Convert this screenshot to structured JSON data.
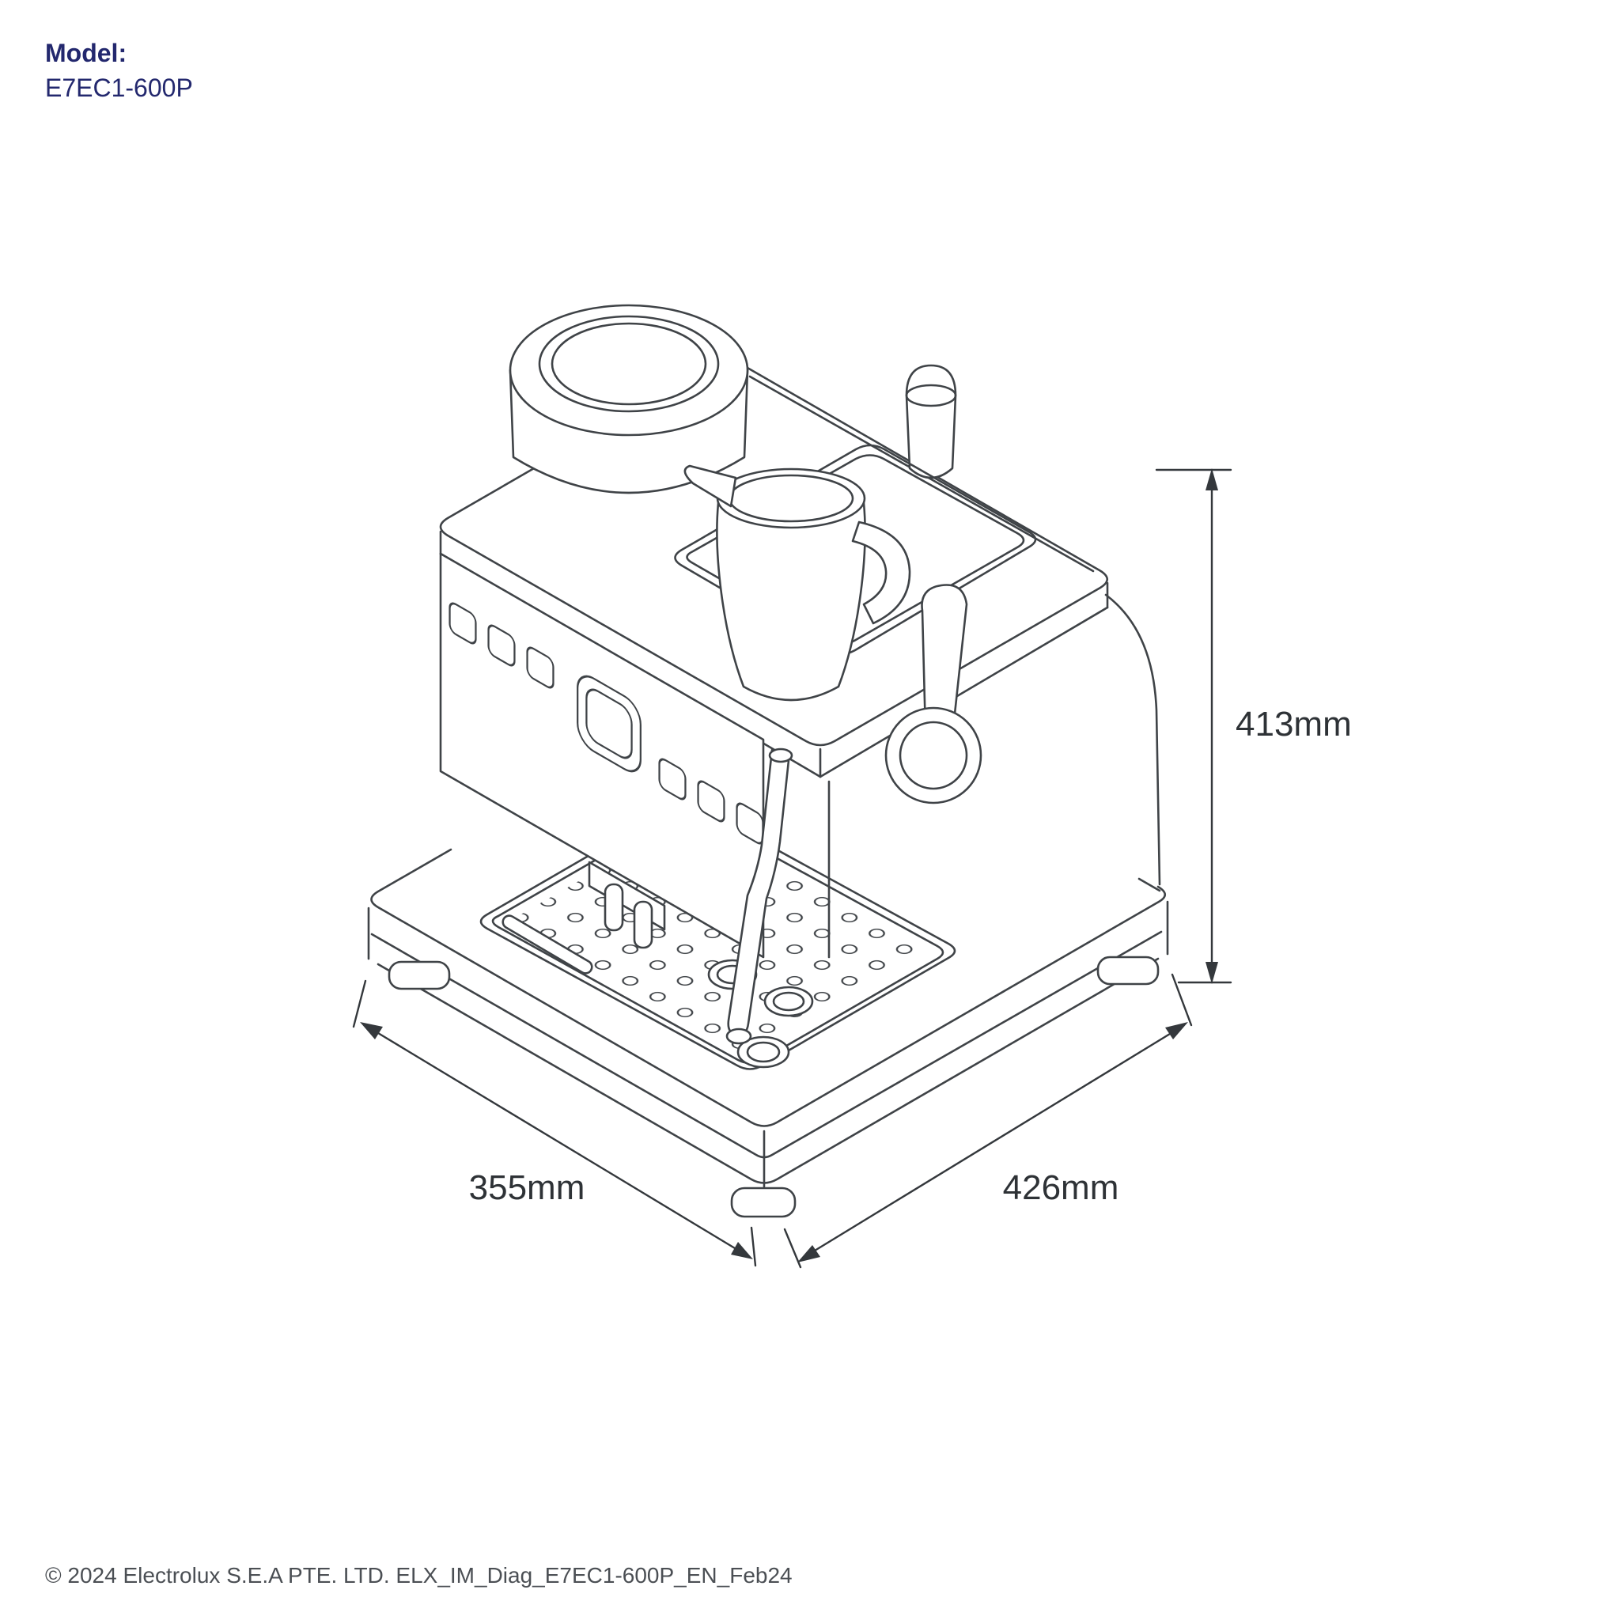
{
  "header": {
    "model_label": "Model:",
    "model_number": "E7EC1-600P"
  },
  "diagram": {
    "type": "isometric line drawing",
    "subject": "espresso coffee machine with bean hopper, milk jug, portafilter and steam wand",
    "dimensions": {
      "height": "413mm",
      "depth": "355mm",
      "width": "426mm"
    }
  },
  "footer": {
    "copyright": "© 2024 Electrolux S.E.A PTE. LTD. ELX_IM_Diag_E7EC1-600P_EN_Feb24"
  },
  "colors": {
    "model_text": "#23286e",
    "line": "#3f4347",
    "dimension_text": "#2e3236",
    "footer_text": "#4b4f54"
  }
}
